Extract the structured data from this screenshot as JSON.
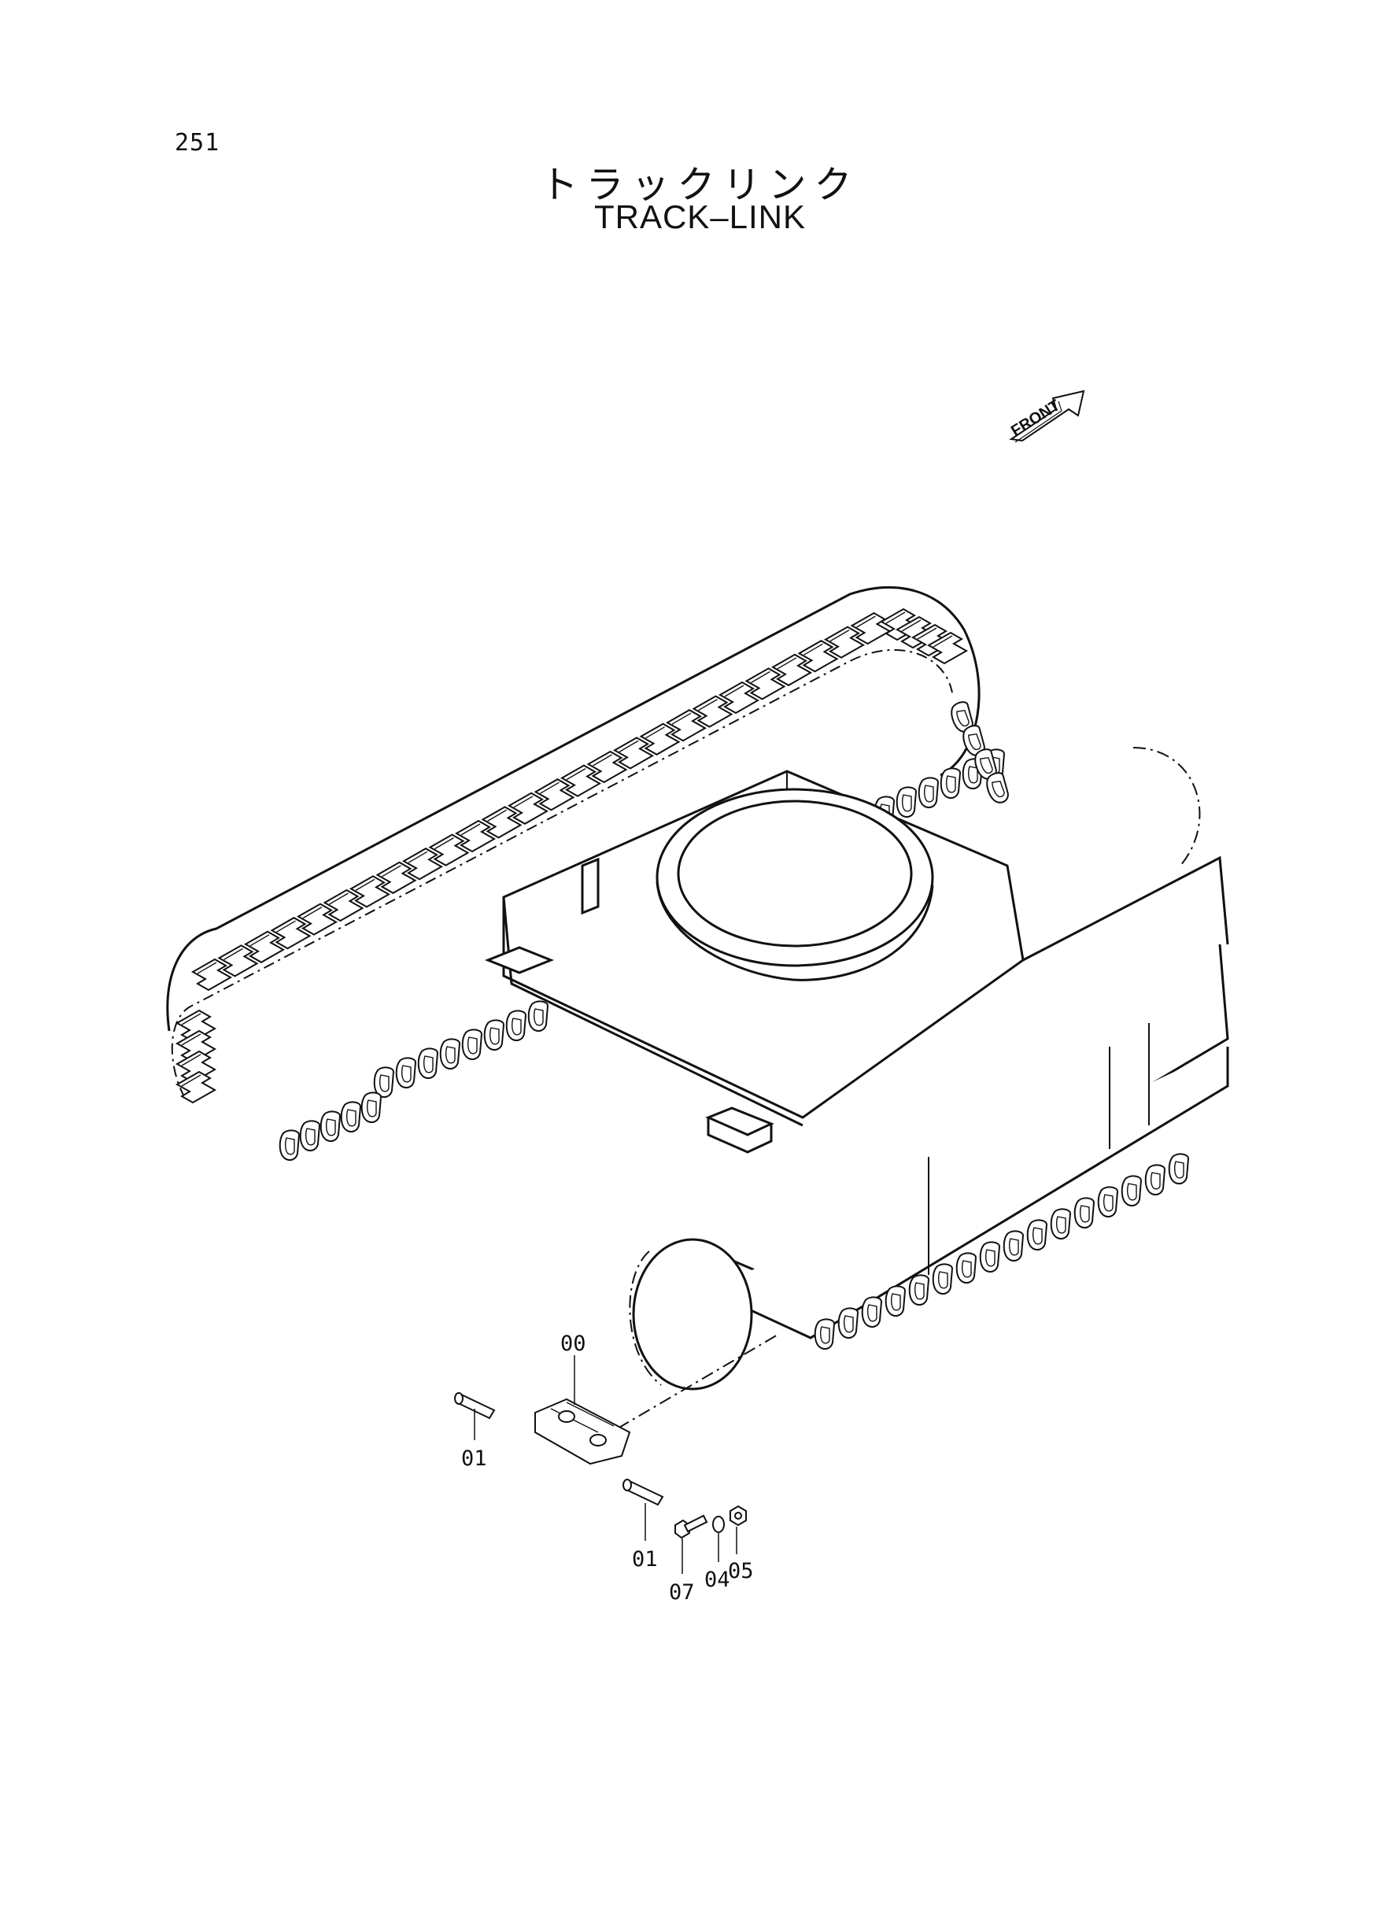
{
  "page": {
    "number": "251",
    "title_ja": "トラックリンク",
    "title_en": "TRACK–LINK"
  },
  "direction_label": "FRONT",
  "callouts": [
    {
      "id": "assembly",
      "label": "00"
    },
    {
      "id": "pin-left",
      "label": "01"
    },
    {
      "id": "pin-right",
      "label": "01"
    },
    {
      "id": "bolt",
      "label": "07"
    },
    {
      "id": "washer",
      "label": "04"
    },
    {
      "id": "nut",
      "label": "05"
    }
  ]
}
